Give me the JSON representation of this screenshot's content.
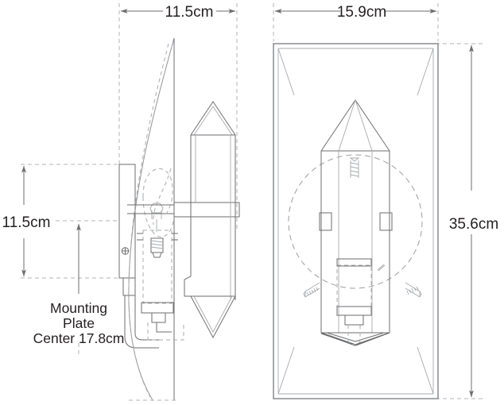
{
  "drawing": {
    "title": "Wall Sconce Dimensioned Technical Drawing",
    "units": "cm",
    "background_color": "#ffffff",
    "line_color": "#6d6e70",
    "dim_line_color": "#6e6e6e",
    "ext_line_color": "#b3b3b3",
    "text_color": "#231f20"
  },
  "dimensions": {
    "side_width": {
      "label": "11.5cm",
      "orientation": "horizontal",
      "view": "side",
      "position": "top"
    },
    "side_height": {
      "label": "11.5cm",
      "orientation": "vertical",
      "view": "side",
      "position": "left"
    },
    "front_width": {
      "label": "15.9cm",
      "orientation": "horizontal",
      "view": "front",
      "position": "top"
    },
    "front_height": {
      "label": "35.6cm",
      "orientation": "vertical",
      "view": "front",
      "position": "right"
    }
  },
  "notes": {
    "mounting_plate": {
      "line1": "Mounting",
      "line2": "Plate",
      "line3": "Center 17.8cm"
    }
  },
  "views": {
    "side": {
      "name": "side-elevation",
      "parts": [
        "wall-mounting-plate",
        "mounting-screw",
        "curved-glass-shade",
        "candle-bulb",
        "bulb-socket",
        "support-arm",
        "pointed-shade"
      ]
    },
    "front": {
      "name": "front-elevation",
      "parts": [
        "outer-frame",
        "pointed-shade",
        "mounting-plate-circle",
        "mounting-screws",
        "bulb-socket",
        "candle-bulb"
      ]
    }
  }
}
